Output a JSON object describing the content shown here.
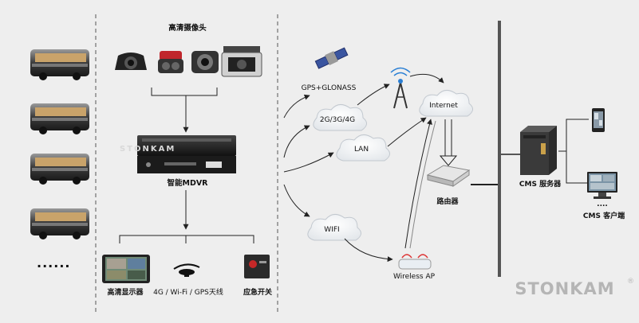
{
  "labels": {
    "hd_cameras": "高清摄像头",
    "mdvr": "智能MDVR",
    "monitor": "高清显示器",
    "antenna": "4G / Wi-Fi / GPS天线",
    "emergency": "应急开关",
    "gps": "GPS+GLONASS",
    "cellular": "2G/3G/4G",
    "lan": "LAN",
    "wifi": "WIFI",
    "wireless_ap": "Wireless AP",
    "internet": "Internet",
    "router": "路由器",
    "server": "CMS 服务器",
    "client_dots": "....",
    "client": "CMS 客户端",
    "ellipsis": "......",
    "brand": "STONKAM",
    "brand_mark": "®",
    "watermark": "STONKAM"
  },
  "icons": {
    "bus": "bus-icon",
    "camera": "camera-icon",
    "mdvr": "mdvr-device-icon",
    "satellite": "satellite-icon",
    "tower": "cell-tower-icon",
    "cloud": "cloud-icon",
    "router": "router-icon",
    "server": "server-icon",
    "phone": "smartphone-icon",
    "computer": "computer-icon"
  },
  "colors": {
    "background": "#eeeeee",
    "line": "#222222",
    "cloud_fill": "#ffffff",
    "server_bar": "#555555",
    "brand": "#b5b5b5"
  }
}
